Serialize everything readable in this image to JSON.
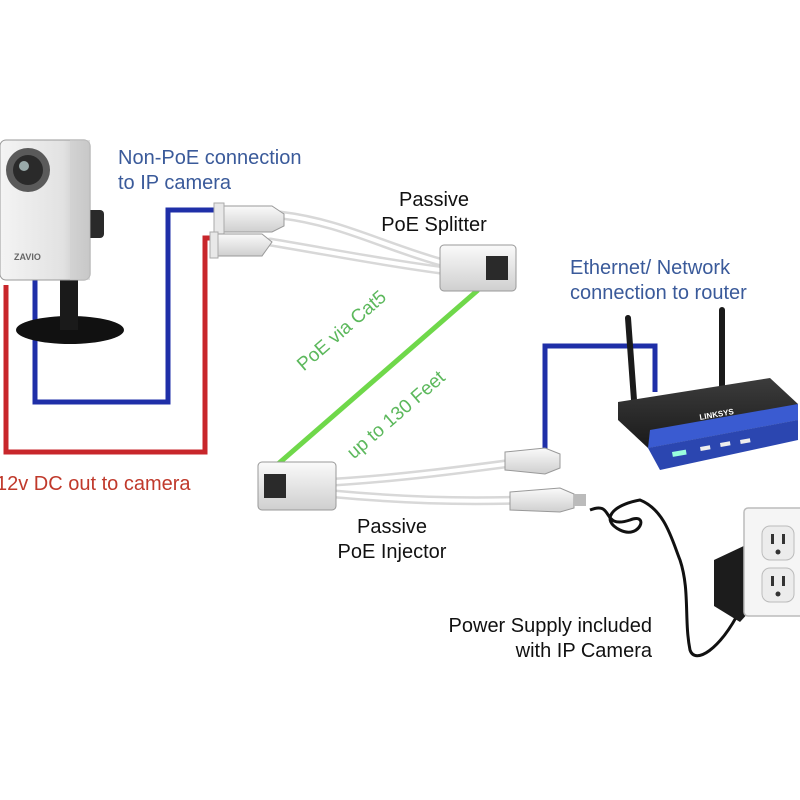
{
  "labels": {
    "non_poe_line1": "Non-PoE connection",
    "non_poe_line2": "to IP camera",
    "splitter_line1": "Passive",
    "splitter_line2": "PoE Splitter",
    "ethernet_line1": "Ethernet/ Network",
    "ethernet_line2": "connection to router",
    "poe_cat5": "PoE via Cat5",
    "up_to_130": "up to 130 Feet",
    "dc_out": "12v DC out to camera",
    "injector_line1": "Passive",
    "injector_line2": "PoE Injector",
    "power_line1": "Power Supply included",
    "power_line2": "with IP Camera",
    "camera_brand": "ZAVIO",
    "router_brand": "LINKSYS"
  },
  "colors": {
    "blue_wire": "#1f2fa8",
    "red_wire": "#c8262b",
    "green_wire": "#6fd84a",
    "label_blue": "#3a5a9a",
    "label_red": "#c0392b",
    "label_green": "#5cb85c",
    "router_body": "#2b46b0"
  },
  "icons": [
    "ip-camera-icon",
    "poe-splitter-icon",
    "poe-injector-icon",
    "router-icon",
    "power-adapter-icon",
    "wall-outlet-icon"
  ]
}
